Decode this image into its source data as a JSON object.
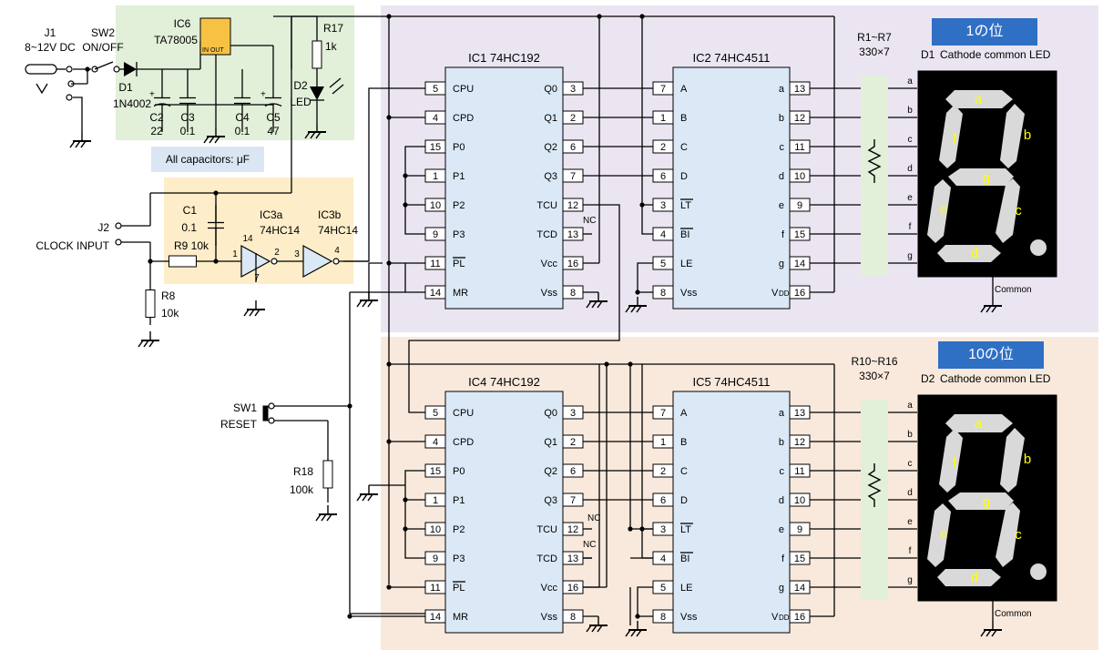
{
  "power": {
    "j1": "J1",
    "j1_spec": "8~12V DC",
    "sw2": "SW2",
    "sw2_spec": "ON/OFF",
    "d1": "D1",
    "d1_part": "1N4002",
    "ic6": "IC6",
    "ic6_part": "TA78005",
    "ic6_pins": "IN OUT",
    "c2": "C2",
    "c2_val": "22",
    "c3": "C3",
    "c3_val": "0.1",
    "c4": "C4",
    "c4_val": "0.1",
    "c5": "C5",
    "c5_val": "47",
    "r17": "R17",
    "r17_val": "1k",
    "d2": "D2",
    "d2_type": "LED",
    "cap_note": "All capacitors: μF"
  },
  "clock": {
    "j2": "J2",
    "j2_label": "CLOCK INPUT",
    "c1": "C1",
    "c1_val": "0.1",
    "r9": "R9 10k",
    "ic3a": "IC3a",
    "ic3a_part": "74HC14",
    "ic3b": "IC3b",
    "ic3b_part": "74HC14",
    "r8": "R8",
    "r8_val": "10k",
    "pin1": "1",
    "pin2": "2",
    "pin3": "3",
    "pin4": "4",
    "pin7": "7",
    "pin14": "14"
  },
  "reset": {
    "sw1": "SW1",
    "sw1_label": "RESET",
    "r18": "R18",
    "r18_val": "100k"
  },
  "counter_pins": {
    "left": [
      {
        "num": "5",
        "name": "CPU"
      },
      {
        "num": "4",
        "name": "CPD"
      },
      {
        "num": "15",
        "name": "P0"
      },
      {
        "num": "1",
        "name": "P1"
      },
      {
        "num": "10",
        "name": "P2"
      },
      {
        "num": "9",
        "name": "P3"
      },
      {
        "num": "11",
        "name": "PL"
      },
      {
        "num": "14",
        "name": "MR"
      }
    ],
    "right": [
      {
        "num": "3",
        "name": "Q0"
      },
      {
        "num": "2",
        "name": "Q1"
      },
      {
        "num": "6",
        "name": "Q2"
      },
      {
        "num": "7",
        "name": "Q3"
      },
      {
        "num": "12",
        "name": "TCU"
      },
      {
        "num": "13",
        "name": "TCD"
      },
      {
        "num": "16",
        "name": "Vcc"
      },
      {
        "num": "8",
        "name": "Vss"
      }
    ]
  },
  "decoder_pins": {
    "left": [
      {
        "num": "7",
        "name": "A"
      },
      {
        "num": "1",
        "name": "B"
      },
      {
        "num": "2",
        "name": "C"
      },
      {
        "num": "6",
        "name": "D"
      },
      {
        "num": "3",
        "name": "LT"
      },
      {
        "num": "4",
        "name": "BI"
      },
      {
        "num": "5",
        "name": "LE"
      },
      {
        "num": "8",
        "name": "Vss"
      }
    ],
    "right": [
      {
        "num": "13",
        "name": "a"
      },
      {
        "num": "12",
        "name": "b"
      },
      {
        "num": "11",
        "name": "c"
      },
      {
        "num": "10",
        "name": "d"
      },
      {
        "num": "9",
        "name": "e"
      },
      {
        "num": "15",
        "name": "f"
      },
      {
        "num": "14",
        "name": "g"
      },
      {
        "num": "16",
        "name": "VDD"
      }
    ]
  },
  "nc_label": "NC",
  "stages": [
    {
      "counter_title": "IC1 74HC192",
      "decoder_title": "IC2 74HC4511",
      "resistor_label": "R1~R7",
      "resistor_value": "330×7",
      "display_ref": "D1",
      "display_desc": "Cathode common LED",
      "banner": "1の位",
      "common_label": "Common",
      "segment_letters": [
        "a",
        "b",
        "c",
        "d",
        "e",
        "f",
        "g"
      ]
    },
    {
      "counter_title": "IC4 74HC192",
      "decoder_title": "IC5 74HC4511",
      "resistor_label": "R10~R16",
      "resistor_value": "330×7",
      "display_ref": "D2",
      "display_desc": "Cathode common LED",
      "banner": "10の位",
      "common_label": "Common",
      "segment_letters": [
        "a",
        "b",
        "c",
        "d",
        "e",
        "f",
        "g"
      ]
    }
  ],
  "colors": {
    "power_bg": "#e2efd9",
    "clock_bg": "#fdedc9",
    "stage1_bg": "#ebe5f1",
    "stage2_bg": "#f8e9dc",
    "chip_fill": "#dbe9f7",
    "res_pack": "#e2efd9",
    "banner": "#2f6fc4",
    "seg_fill": "#d9d9d9",
    "seg_text": "#ffff00"
  }
}
